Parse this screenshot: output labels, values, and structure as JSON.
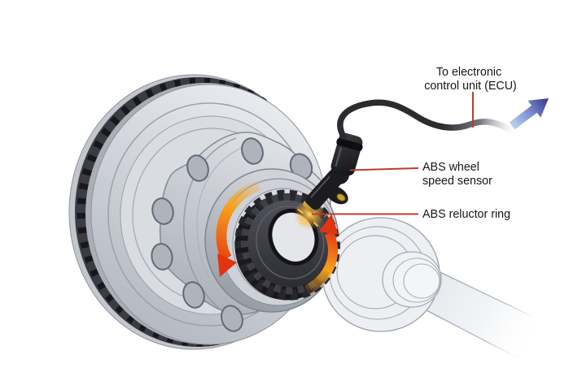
{
  "diagram": {
    "labels": {
      "ecu": {
        "line1": "To electronic",
        "line2": "control unit (ECU)"
      },
      "wheel_sensor": {
        "line1": "ABS wheel",
        "line2": "speed sensor"
      },
      "reluctor_ring": "ABS reluctor ring"
    },
    "colors": {
      "background": "#ffffff",
      "text": "#161616",
      "leader_line": "#c13a2e",
      "rotation_arrow_orange": "#f6a21f",
      "rotation_arrow_red": "#e2340e",
      "ecu_arrow_light": "#b9d2ec",
      "ecu_arrow_mid": "#7f92d6",
      "ecu_arrow_dark": "#39338c",
      "cable_dark": "#2c2c30",
      "sensor_body": "#1c1c20",
      "sensor_tip_gold": "#caa12c",
      "reluctor_dark": "#26262c",
      "disc_metal_light": "#e9ebef",
      "disc_metal_shadow": "#b5bac2",
      "glow_yellow": "#ffd84f"
    }
  }
}
